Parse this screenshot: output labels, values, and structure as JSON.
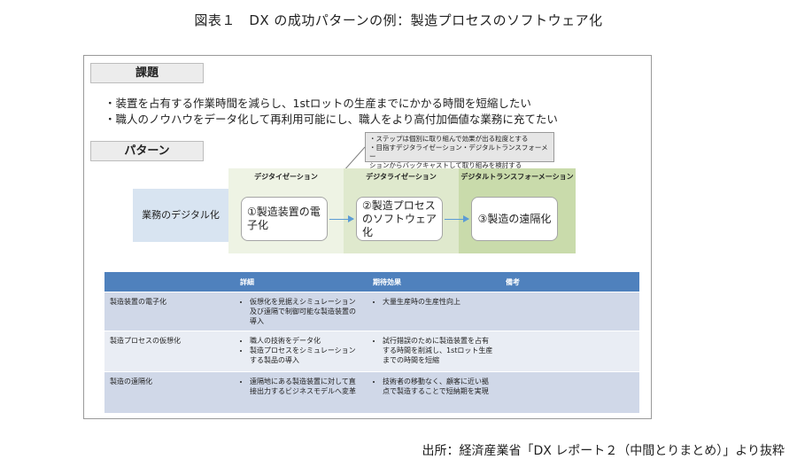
{
  "figure_title": "図表１　DX の成功パターンの例：製造プロセスのソフトウェア化",
  "issues": {
    "label": "課題",
    "items": [
      "・装置を占有する作業時間を減らし、1stロットの生産までにかかる時間を短縮したい",
      "・職人のノウハウをデータ化して再利用可能にし、職人をより高付加価値な業務に充てたい"
    ]
  },
  "pattern": {
    "label": "パターン",
    "callout": [
      "・ステップは個別に取り組んで効果が出る粒度とする",
      "・目指すデジタライゼーション・デジタルトランスフォーメー",
      "ションからバックキャストして取り組みを検討する"
    ],
    "phases": [
      "デジタイゼーション",
      "デジタライゼーション",
      "デジタルトランスフォーメーション"
    ],
    "row_label": "業務のデジタル化",
    "stages": [
      "①製造装置の電子化",
      "②製造プロセスのソフトウェア化",
      "③製造の遠隔化"
    ]
  },
  "table": {
    "headers": [
      "",
      "詳細",
      "期待効果",
      "備考"
    ],
    "rows": [
      {
        "name": "製造装置の電子化",
        "detail": [
          "仮想化を見据えシミュレーション及び遠隔で制御可能な製造装置の導入"
        ],
        "effect": [
          "大量生産時の生産性向上"
        ],
        "note": ""
      },
      {
        "name": "製造プロセスの仮想化",
        "detail": [
          "職人の技術をデータ化",
          "製造プロセスをシミュレーションする製品の導入"
        ],
        "effect": [
          "試行錯誤のために製造装置を占有する時間を削減し、1stロット生産までの時間を短縮"
        ],
        "note": ""
      },
      {
        "name": "製造の遠隔化",
        "detail": [
          "遠隔地にある製造装置に対して直接出力するビジネスモデルへ変革"
        ],
        "effect": [
          "技術者の移動なく、顧客に近い拠点で製造することで短納期を実現"
        ],
        "note": ""
      }
    ]
  },
  "source": "出所：経済産業省「DX レポート２（中間とりまとめ）」より抜粋",
  "colors": {
    "header_blue": "#4f81bd",
    "row_label_blue": "#d8e4f1",
    "band_green_light": "#eef3e4",
    "band_green_mid": "#dfe9cd",
    "band_green_dark": "#c9dbab",
    "arrow_blue": "#5b9bd5"
  }
}
